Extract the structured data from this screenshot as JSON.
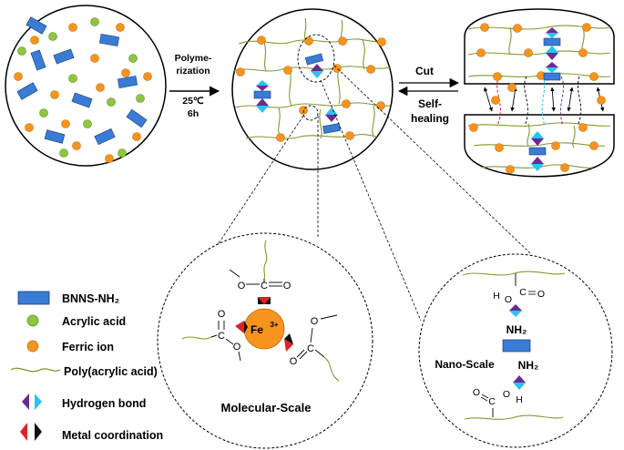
{
  "step1": {
    "line1": "Polyme-",
    "line2": "rization",
    "temp": "25℃",
    "time": "6h"
  },
  "step2": {
    "cut": "Cut",
    "heal1": "Self-",
    "heal2": "healing"
  },
  "legend": {
    "bnns": "BNNS-NH₂",
    "acrylic": "Acrylic acid",
    "ferric": "Ferric ion",
    "paa": "Poly(acrylic acid)",
    "hbond": "Hydrogen bond",
    "metal": "Metal coordination"
  },
  "molecular": {
    "title": "Molecular-Scale",
    "fe_base": "Fe",
    "fe_charge": "3+",
    "O": "O",
    "C": "C"
  },
  "nano": {
    "title": "Nano-Scale",
    "nh2_top": "NH₂",
    "nh2_bottom": "NH₂",
    "H": "H",
    "O": "O",
    "C": "C"
  },
  "colors": {
    "chain": "#7f9a2e",
    "bnns": "#3a7bd5",
    "acrylic": "#8dc63f",
    "ferric": "#f7941d",
    "hbond_purple": "#6a2c91",
    "hbond_cyan": "#27c4ef",
    "metal_red": "#e31e24",
    "metal_black": "#111111"
  },
  "icons": [
    "bnns-sheet-icon",
    "acrylic-acid-icon",
    "ferric-ion-icon",
    "polymer-chain-icon",
    "hydrogen-bond-icon",
    "metal-coordination-icon"
  ]
}
